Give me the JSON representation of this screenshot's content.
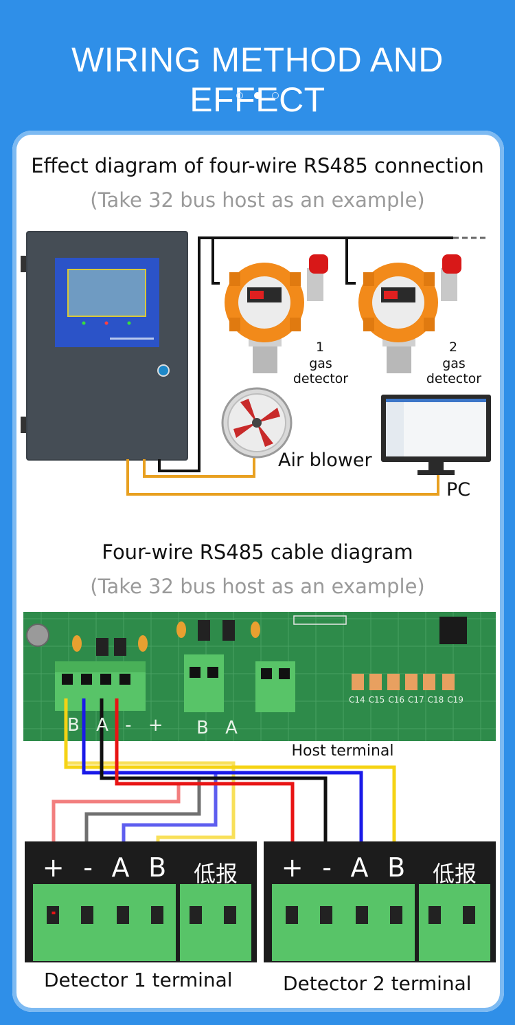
{
  "header": {
    "title": "WIRING METHOD AND EFFECT",
    "carousel_total": 3,
    "carousel_active": 2
  },
  "section1": {
    "title": "Effect diagram of four-wire RS485 connection",
    "subtitle": "(Take 32 bus host as an example)",
    "detector1": {
      "number": "1",
      "label": "gas detector"
    },
    "detector2": {
      "number": "2",
      "label": "gas detector"
    },
    "blower_label": "Air blower",
    "pc_label": "PC"
  },
  "section2": {
    "title": "Four-wire RS485 cable diagram",
    "subtitle": "(Take 32 bus host as an example)",
    "host_label": "Host terminal",
    "pcb_ba_label": "B A",
    "pcb_bap_label": "B A - +",
    "capacitor_labels": [
      "C14",
      "C15",
      "C16",
      "C17",
      "C18",
      "C19"
    ],
    "terminal_signs": [
      "+",
      "-",
      "A",
      "B"
    ],
    "terminal_alarm": "低报",
    "detector1_terminal": "Detector 1 terminal",
    "detector2_terminal": "Detector 2 terminal"
  },
  "colors": {
    "blue_bg": "#2f8fe8",
    "orange": "#f28a1a",
    "pcb_green": "#2e8b4a",
    "wire_red": "#e81414",
    "wire_black": "#111111",
    "wire_blue": "#1a1ae8",
    "wire_yellow": "#f5d314",
    "bus_orange": "#e8a020"
  }
}
